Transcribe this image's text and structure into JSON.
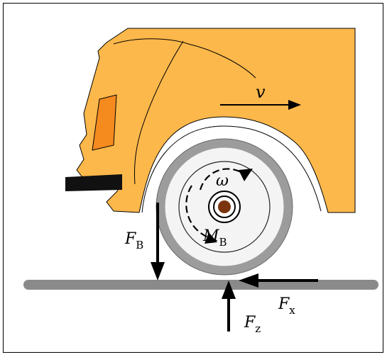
{
  "labels": {
    "velocity": "v",
    "angular_velocity": "ω",
    "braking_moment": {
      "main": "M",
      "sub": "B"
    },
    "brake_force": {
      "main": "F",
      "sub": "B"
    },
    "longitudinal_force": {
      "main": "F",
      "sub": "x"
    },
    "vertical_force": {
      "main": "F",
      "sub": "z"
    }
  },
  "colors": {
    "car_body": "#fdb84b",
    "indicator": "#f58a1f",
    "bumper": "#111111",
    "tire": "#9c9c9c",
    "rim": "#f4f4f4",
    "hub": "#7a3510",
    "road": "#8a8a8a",
    "arrows": "#000000"
  }
}
